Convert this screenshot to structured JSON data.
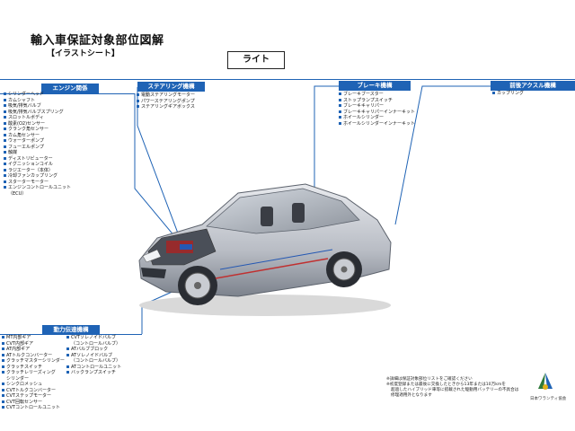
{
  "header": {
    "title": "輸入車保証対象部位図解",
    "subtitle": "【イラストシート】",
    "grade": "ライト"
  },
  "sections": {
    "engine": {
      "title": "エンジン関係",
      "items": [
        "シリンダーヘッド",
        "カムシャフト",
        "吸気/排気バルブ",
        "吸気/排気バルブスプリング",
        "スロットルボディ",
        "酸素(O2)センサー",
        "クランク角センサー",
        "カム角センサー",
        "ウォーターポンプ",
        "フューエルポンプ",
        "触媒",
        "ディストリビューター",
        "イグニッションコイル",
        "ラジエーター（本体）",
        "冷却ファンカップリング",
        "スターターモーター",
        "エンジンコントロールユニット"
      ],
      "cont": "（ECU）"
    },
    "steering": {
      "title": "ステアリング機構",
      "items": [
        "電動ステアリングモーター",
        "パワーステアリングポンプ",
        "ステアリングギアボックス"
      ]
    },
    "brake": {
      "title": "ブレーキ機構",
      "items": [
        "ブレーキブースター",
        "ストップランプスイッチ",
        "ブレーキキャリパー",
        "ブレーキキャリパーインナーキット",
        "ホイールシリンダー",
        "ホイールシリンダーインナーキット"
      ]
    },
    "axle": {
      "title": "前後アクスル機構",
      "items": [
        "カップリング"
      ]
    },
    "drivetrain": {
      "title": "動力伝達機構",
      "col1": [
        "MT内部ギア",
        "CVT内部ギア",
        "AT内部ギア",
        "ATトルクコンバーター",
        "クラッチマスターシリンダー",
        "クラッチスイッチ",
        "クラッチレリーズィング"
      ],
      "col1_cont": "シリンダー",
      "col1b": [
        "シンクロメッシュ",
        "CVTトルクコンバーター",
        "CVTステップモーター",
        "CVT回転センサー",
        "CVTコントロールユニット"
      ],
      "col2a": "CVTソレノイドバルブ",
      "col2a_cont": "（コントロールバルブ）",
      "col2b": [
        "ATバルブブロック",
        "ATソレノイドバルブ"
      ],
      "col2b_cont": "（コントロールバルブ）",
      "col2c": [
        "ATコントロールユニット",
        "バックランプスイッチ"
      ]
    }
  },
  "note": {
    "line1": "※詳細は保証対象部位リストをご確認ください",
    "line2": "※初度登録または最後に交換したときから13年または10万kmを",
    "line3": "超過したハイブリッド車等に搭載された駆動用バッテリーの不具合は",
    "line4": "修理適用外となります"
  },
  "logo": {
    "text": "日本ワランティ協会"
  },
  "colors": {
    "accent": "#1f63b5"
  }
}
